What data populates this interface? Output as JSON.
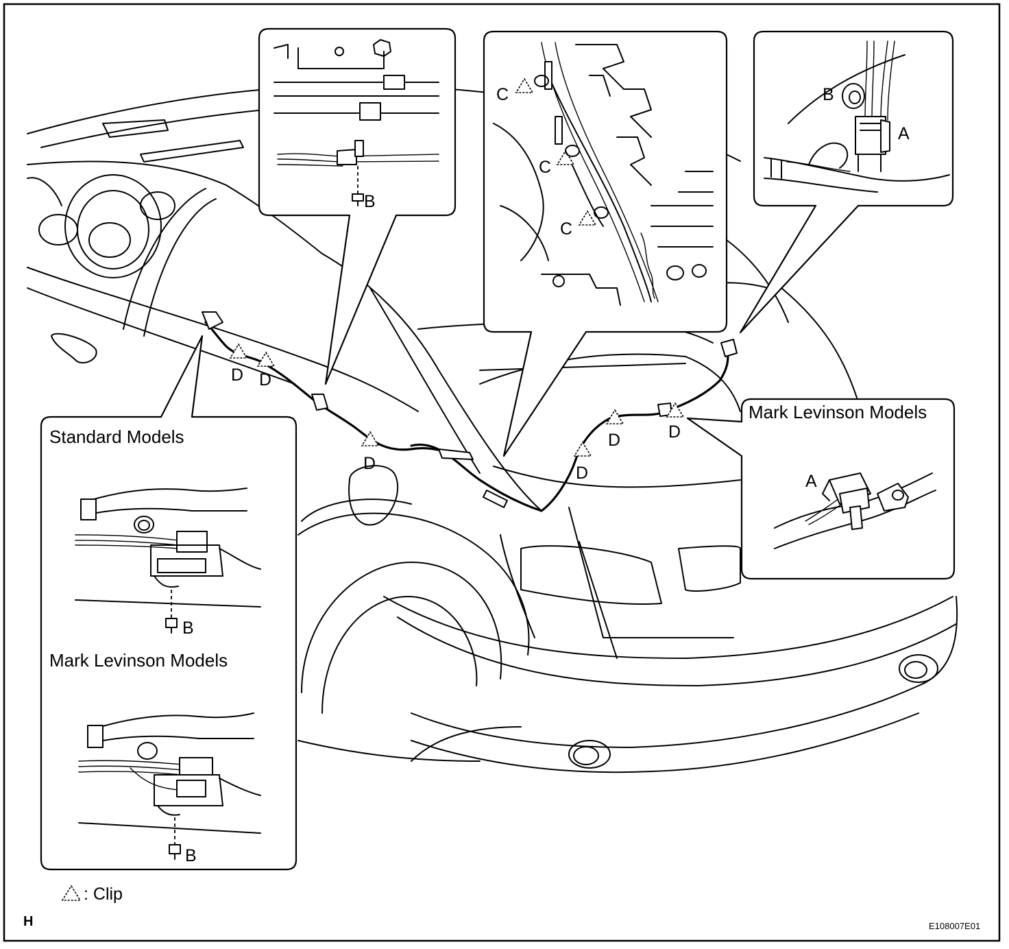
{
  "page_letter": "H",
  "figure_id": "E108007E01",
  "legend": {
    "clip_text": ": Clip"
  },
  "insets": {
    "top_bracket": {
      "bolt": "B"
    },
    "door_clips": {
      "clip_1": "C",
      "clip_2": "C",
      "clip_3": "C"
    },
    "connector_detail": {
      "bolt": "B",
      "connector": "A"
    },
    "mark_levinson_right": {
      "title": "Mark Levinson Models",
      "connector": "A"
    },
    "left_detail": {
      "standard_title": "Standard Models",
      "standard_bolt": "B",
      "mark_levinson_title": "Mark Levinson Models",
      "mark_levinson_bolt": "B"
    }
  },
  "main_view": {
    "clip_d_labels": [
      "D",
      "D",
      "D",
      "D",
      "D",
      "D"
    ]
  }
}
